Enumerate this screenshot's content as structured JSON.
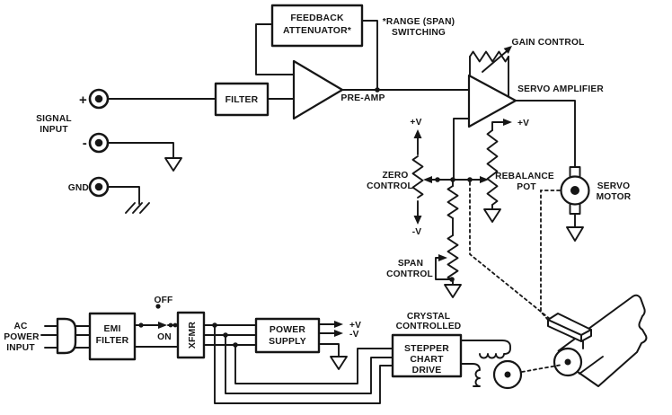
{
  "colors": {
    "ink": "#161616",
    "background": "#ffffff"
  },
  "top_section": {
    "feedback_attenuator_line1": "FEEDBACK",
    "feedback_attenuator_line2": "ATTENUATOR*",
    "range_note_line1": "*RANGE (SPAN)",
    "range_note_line2": "SWITCHING",
    "filter": "FILTER",
    "preamp": "PRE-AMP",
    "gain_control": "GAIN CONTROL",
    "servo_amplifier": "SERVO AMPLIFIER"
  },
  "signal_section": {
    "signal_input_line1": "SIGNAL",
    "signal_input_line2": "INPUT",
    "plus": "+",
    "minus": "-",
    "gnd": "GND"
  },
  "control_section": {
    "plus_v": "+V",
    "minus_v": "-V",
    "zero_line1": "ZERO",
    "zero_line2": "CONTROL",
    "span_line1": "SPAN",
    "span_line2": "CONTROL",
    "rebalance_line1": "REBALANCE",
    "rebalance_line2": "POT",
    "rebalance_plus_v": "+V",
    "servo_motor_line1": "SERVO",
    "servo_motor_line2": "MOTOR"
  },
  "power_section": {
    "ac_line1": "AC",
    "ac_line2": "POWER",
    "ac_line3": "INPUT",
    "emi_line1": "EMI",
    "emi_line2": "FILTER",
    "off": "OFF",
    "on": "ON",
    "xfmr": "XFMR",
    "ps_line1": "POWER",
    "ps_line2": "SUPPLY",
    "ps_plus_v": "+V",
    "ps_minus_v": "-V"
  },
  "drive_section": {
    "crystal_line1": "CRYSTAL",
    "crystal_line2": "CONTROLLED",
    "stepper_line1": "STEPPER",
    "stepper_line2": "CHART",
    "stepper_line3": "DRIVE"
  }
}
